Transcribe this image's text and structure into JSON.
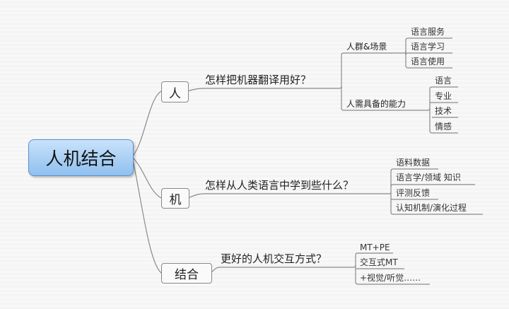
{
  "root": {
    "label": "人机结合"
  },
  "branches": [
    {
      "label": "人",
      "question": "怎样把机器翻译用好？",
      "groups": [
        {
          "label": "人群&场景",
          "items": [
            "语言服务",
            "语言学习",
            "语言使用"
          ]
        },
        {
          "label": "人需具备的能力",
          "items": [
            "语言",
            "专业",
            "技术",
            "情感"
          ]
        }
      ]
    },
    {
      "label": "机",
      "question": "怎样从人类语言中学到些什么？",
      "items": [
        "语料数据",
        "语言学/领域 知识",
        "评测反馈",
        "认知机制/演化过程"
      ]
    },
    {
      "label": "结合",
      "question": "更好的人机交互方式？",
      "items": [
        "MT+PE",
        "交互式MT",
        "+视觉/听觉……"
      ]
    }
  ]
}
